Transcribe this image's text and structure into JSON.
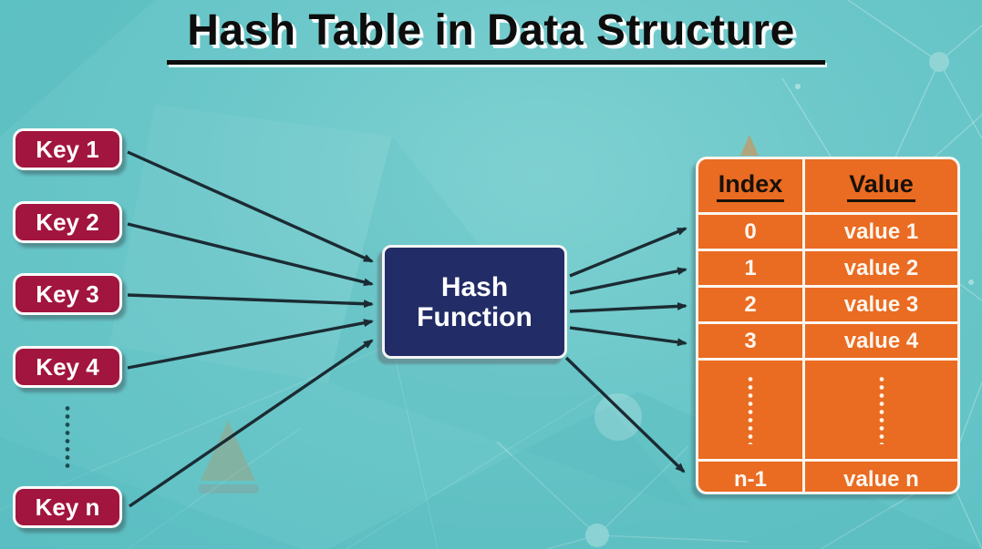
{
  "title": {
    "text": "Hash Table in Data Structure"
  },
  "keys": {
    "items": [
      {
        "label": "Key 1"
      },
      {
        "label": "Key 2"
      },
      {
        "label": "Key 3"
      },
      {
        "label": "Key 4"
      },
      {
        "label": "Key n"
      }
    ]
  },
  "hash_function": {
    "line1": "Hash",
    "line2": "Function"
  },
  "table": {
    "headers": {
      "index": "Index",
      "value": "Value"
    },
    "rows": [
      {
        "index": "0",
        "value": "value 1"
      },
      {
        "index": "1",
        "value": "value 2"
      },
      {
        "index": "2",
        "value": "value 3"
      },
      {
        "index": "3",
        "value": "value 4"
      },
      {
        "index": "n-1",
        "value": "value n"
      }
    ]
  },
  "colors": {
    "background": "#6BC7C9",
    "key_box": "#A2153E",
    "hash_box": "#222C66",
    "table": "#EA6B22",
    "arrow": "#1B2B33",
    "title_text": "#0D0D0D"
  }
}
